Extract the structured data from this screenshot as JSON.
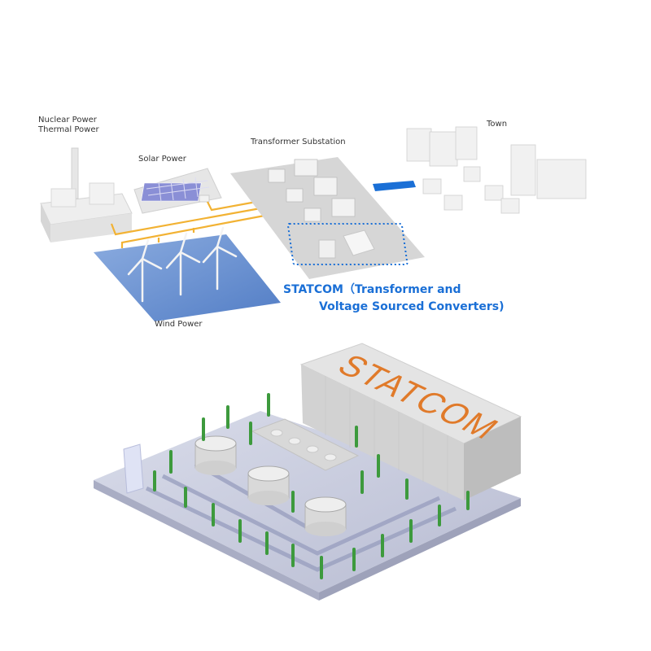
{
  "top_diagram": {
    "labels": {
      "nuclear": "Nuclear Power",
      "thermal": "Thermal Power",
      "solar": "Solar Power",
      "substation": "Transformer Substation",
      "town": "Town",
      "wind": "Wind Power"
    },
    "statcom_caption": {
      "line1": "STATCOM（Transformer and",
      "line2": "Voltage Sourced Converters)"
    },
    "colors": {
      "power_line": "#f2b233",
      "accent_blue": "#1a6fd6",
      "water": "#5b86c8"
    }
  },
  "bottom_illustration": {
    "building_sign": "STATCOM",
    "colors": {
      "sign": "#e07a2a",
      "posts": "#3d9a3d",
      "floor": "#c9cce0"
    }
  }
}
